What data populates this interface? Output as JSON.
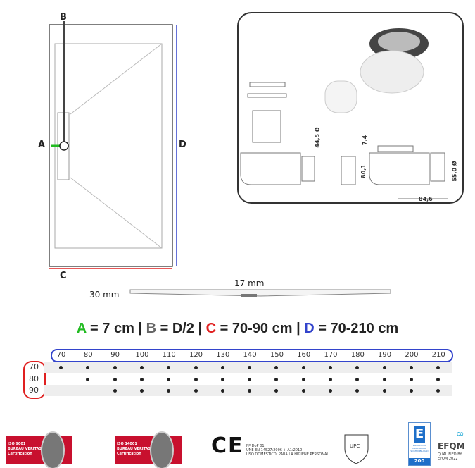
{
  "tray_labels": {
    "a": "A",
    "b": "B",
    "c": "C",
    "d": "D"
  },
  "colors": {
    "a": "#22bb22",
    "b": "#555555",
    "c": "#e02020",
    "d": "#3344cc"
  },
  "profile": {
    "thickness_edge": "30 mm",
    "thickness_center": "17 mm"
  },
  "drain_dimensions": {
    "d1": "44,5 Ø",
    "d2": "7,4",
    "d3": "80,1",
    "d4": "55,0 Ø",
    "d5": "84,6"
  },
  "formula": {
    "a_key": "A",
    "a_val": " = 7 cm | ",
    "b_key": "B",
    "b_val": " = D/2 | ",
    "c_key": "C",
    "c_val": " = 70-90 cm | ",
    "d_key": "D",
    "d_val": " = 70-210 cm"
  },
  "sizes_table": {
    "columns": [
      "70",
      "80",
      "90",
      "100",
      "110",
      "120",
      "130",
      "140",
      "150",
      "160",
      "170",
      "180",
      "190",
      "200",
      "210"
    ],
    "rows": [
      {
        "label": "70",
        "available_from_index": 0
      },
      {
        "label": "80",
        "available_from_index": 1
      },
      {
        "label": "90",
        "available_from_index": 2
      }
    ]
  },
  "certifications": {
    "iso9001": "ISO 9001\nBUREAU VERITAS\nCertification",
    "iso14001": "ISO 14001\nBUREAU VERITAS\nCertification",
    "ce_mark": "CE",
    "ce_text": "Nº DoP 01\nUNE EN 14527:2006 + A1:2010\nUSO DOMÉSTICO, PARA LA HIGIENE PERSONAL",
    "upc": "UPC",
    "excelencia": "EXCELENCIA INNOVACIÓN SOSTENIBILIDAD",
    "excelencia_badge": "200",
    "efqm": "EFQM",
    "efqm_sub": "QUALIFIED BY\nEFQM 2022"
  }
}
